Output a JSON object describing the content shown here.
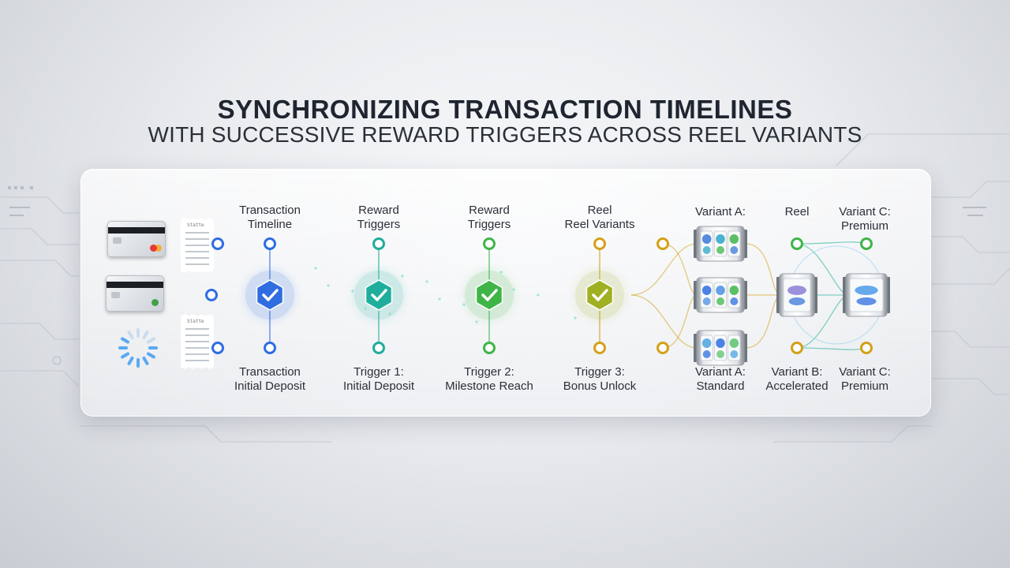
{
  "title": "SYNCHRONIZING TRANSACTION TIMELINES",
  "subtitle": "WITH SUCCESSIVE REWARD TRIGGERS ACROSS REEL VARIANTS",
  "columns": [
    {
      "top_lines": [
        "Transaction",
        "Timeline"
      ],
      "bottom_lines": [
        "Transaction",
        "Initial Deposit"
      ],
      "color": "#2f6de0",
      "check": "#2f6de0"
    },
    {
      "top_lines": [
        "Reward",
        "Triggers"
      ],
      "bottom_lines": [
        "Trigger 1:",
        "Initial Deposit"
      ],
      "color": "#1fae9b",
      "check": "#1fae9b"
    },
    {
      "top_lines": [
        "Reward",
        "Triggers"
      ],
      "bottom_lines": [
        "Trigger 2:",
        "Milestone Reach"
      ],
      "color": "#3fb548",
      "check": "#3fb548"
    },
    {
      "top_lines": [
        "Reel",
        "Reel Variants"
      ],
      "bottom_lines": [
        "Trigger 3:",
        "Bonus Unlock"
      ],
      "color": "#d4a017",
      "check": "#9fb022"
    }
  ],
  "variants": [
    {
      "top_lines": [
        "Variant A:"
      ],
      "bottom_lines": [
        "Variant A:",
        "Standard"
      ]
    },
    {
      "top_lines": [
        "Reel"
      ],
      "bottom_lines": [
        "Variant B:",
        "Accelerated"
      ]
    },
    {
      "top_lines": [
        "Variant C:",
        "Premium"
      ],
      "bottom_lines": [
        "Variant C:",
        "Premium"
      ]
    }
  ],
  "receipt_header": "Statte",
  "colors": {
    "blue": "#2f6de0",
    "teal": "#1fae9b",
    "green": "#3fb548",
    "gold": "#d4a017",
    "check_icon": "#ffffff"
  },
  "icons": [
    "credit-card-icon",
    "receipt-icon",
    "loading-spinner-icon",
    "checkmark-hexagon-icon",
    "slot-reel-icon"
  ]
}
